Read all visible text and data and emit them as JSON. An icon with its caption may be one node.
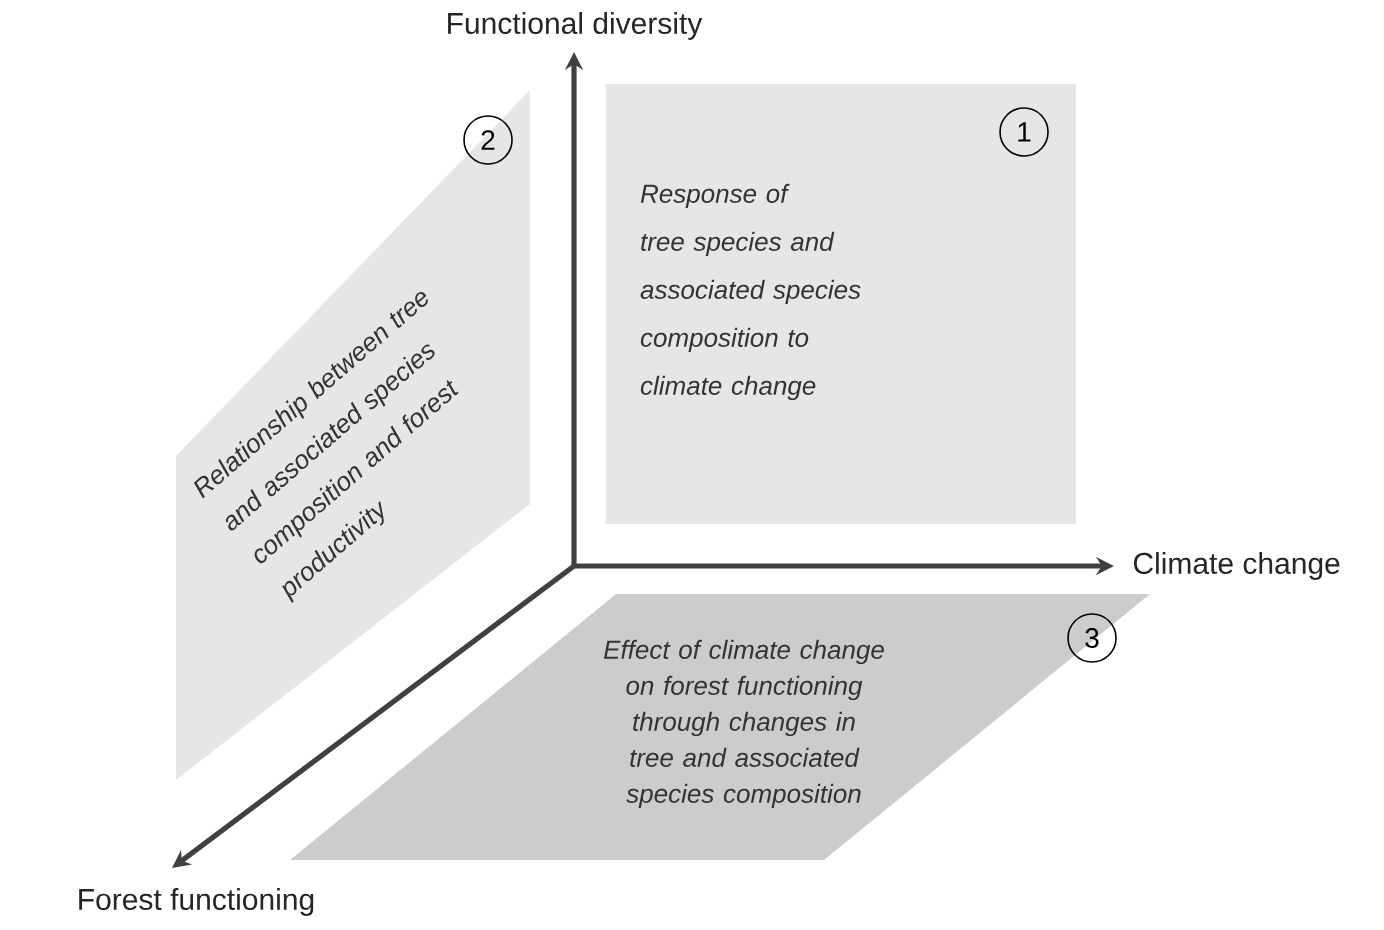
{
  "diagram": {
    "nodes": [
      {
        "text": [
          "Response of tree species and associated species composition to climate change"
        ]
      },
      {
        "text": [
          "1"
        ],
        "in": 0
      },
      {
        "text": [
          "Relationship between tree and associated species composition and forest productivity"
        ]
      },
      {
        "text": [
          "2"
        ],
        "in": 2
      },
      {
        "text": [
          "Effect of climate change on forest functioning through changes in tree and associated species composition"
        ]
      },
      {
        "text": [
          "3"
        ],
        "in": 4
      }
    ],
    "labels": [
      "Functional diversity",
      "Climate change",
      "Forest functioning"
    ]
  }
}
